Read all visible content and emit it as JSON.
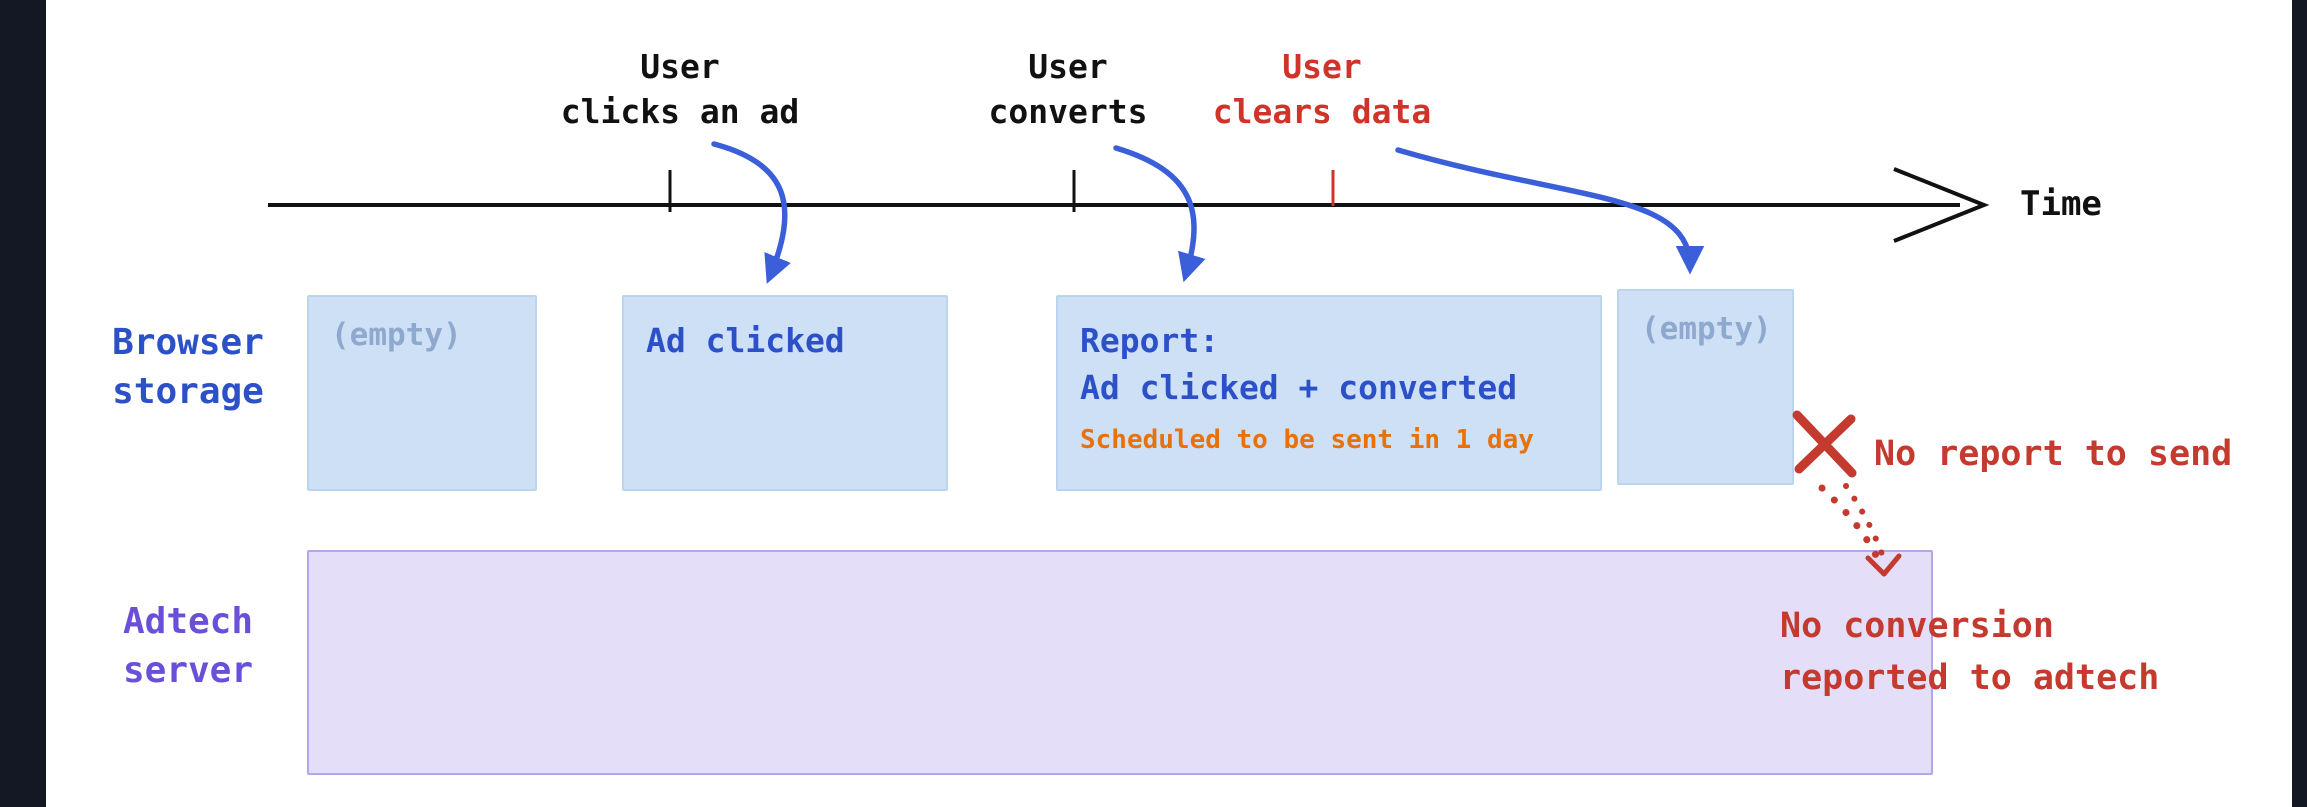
{
  "timeline": {
    "axis_label": "Time",
    "events": [
      {
        "id": "user-clicks-ad",
        "label": "User\nclicks an ad",
        "color": "#111111"
      },
      {
        "id": "user-converts",
        "label": "User\nconverts",
        "color": "#111111"
      },
      {
        "id": "user-clears-data",
        "label": "User\nclears data",
        "color": "#cf3329"
      }
    ]
  },
  "rows": {
    "browser_storage": {
      "label": "Browser\nstorage",
      "color": "#2b50c8"
    },
    "adtech_server": {
      "label": "Adtech\nserver",
      "color": "#6a4fd8"
    }
  },
  "storage_boxes": [
    {
      "text": "(empty)"
    },
    {
      "text": "Ad clicked"
    },
    {
      "title": "Report:",
      "subtitle": "Ad clicked + converted",
      "note": "Scheduled to be sent in 1 day"
    },
    {
      "text": "(empty)"
    }
  ],
  "annotations": {
    "no_report_to_send": "No report to send",
    "no_conversion": "No conversion\nreported to adtech"
  },
  "colors": {
    "edge_bar": "#141824",
    "axis_black": "#111111",
    "event_red": "#cf3329",
    "browser_label_blue": "#2b50c8",
    "adtech_label_purple": "#6a4fd8",
    "storage_box_fill": "#cde0f6",
    "storage_box_border": "#bcd5ef",
    "storage_text_blue": "#2b50c8",
    "empty_text_blue": "#8fa8ce",
    "note_orange": "#e8710a",
    "adtech_box_fill": "#e4def8",
    "adtech_box_border": "#b5a6ea",
    "arrow_blue": "#3a5fd8",
    "annotation_red": "#c43a2f"
  }
}
